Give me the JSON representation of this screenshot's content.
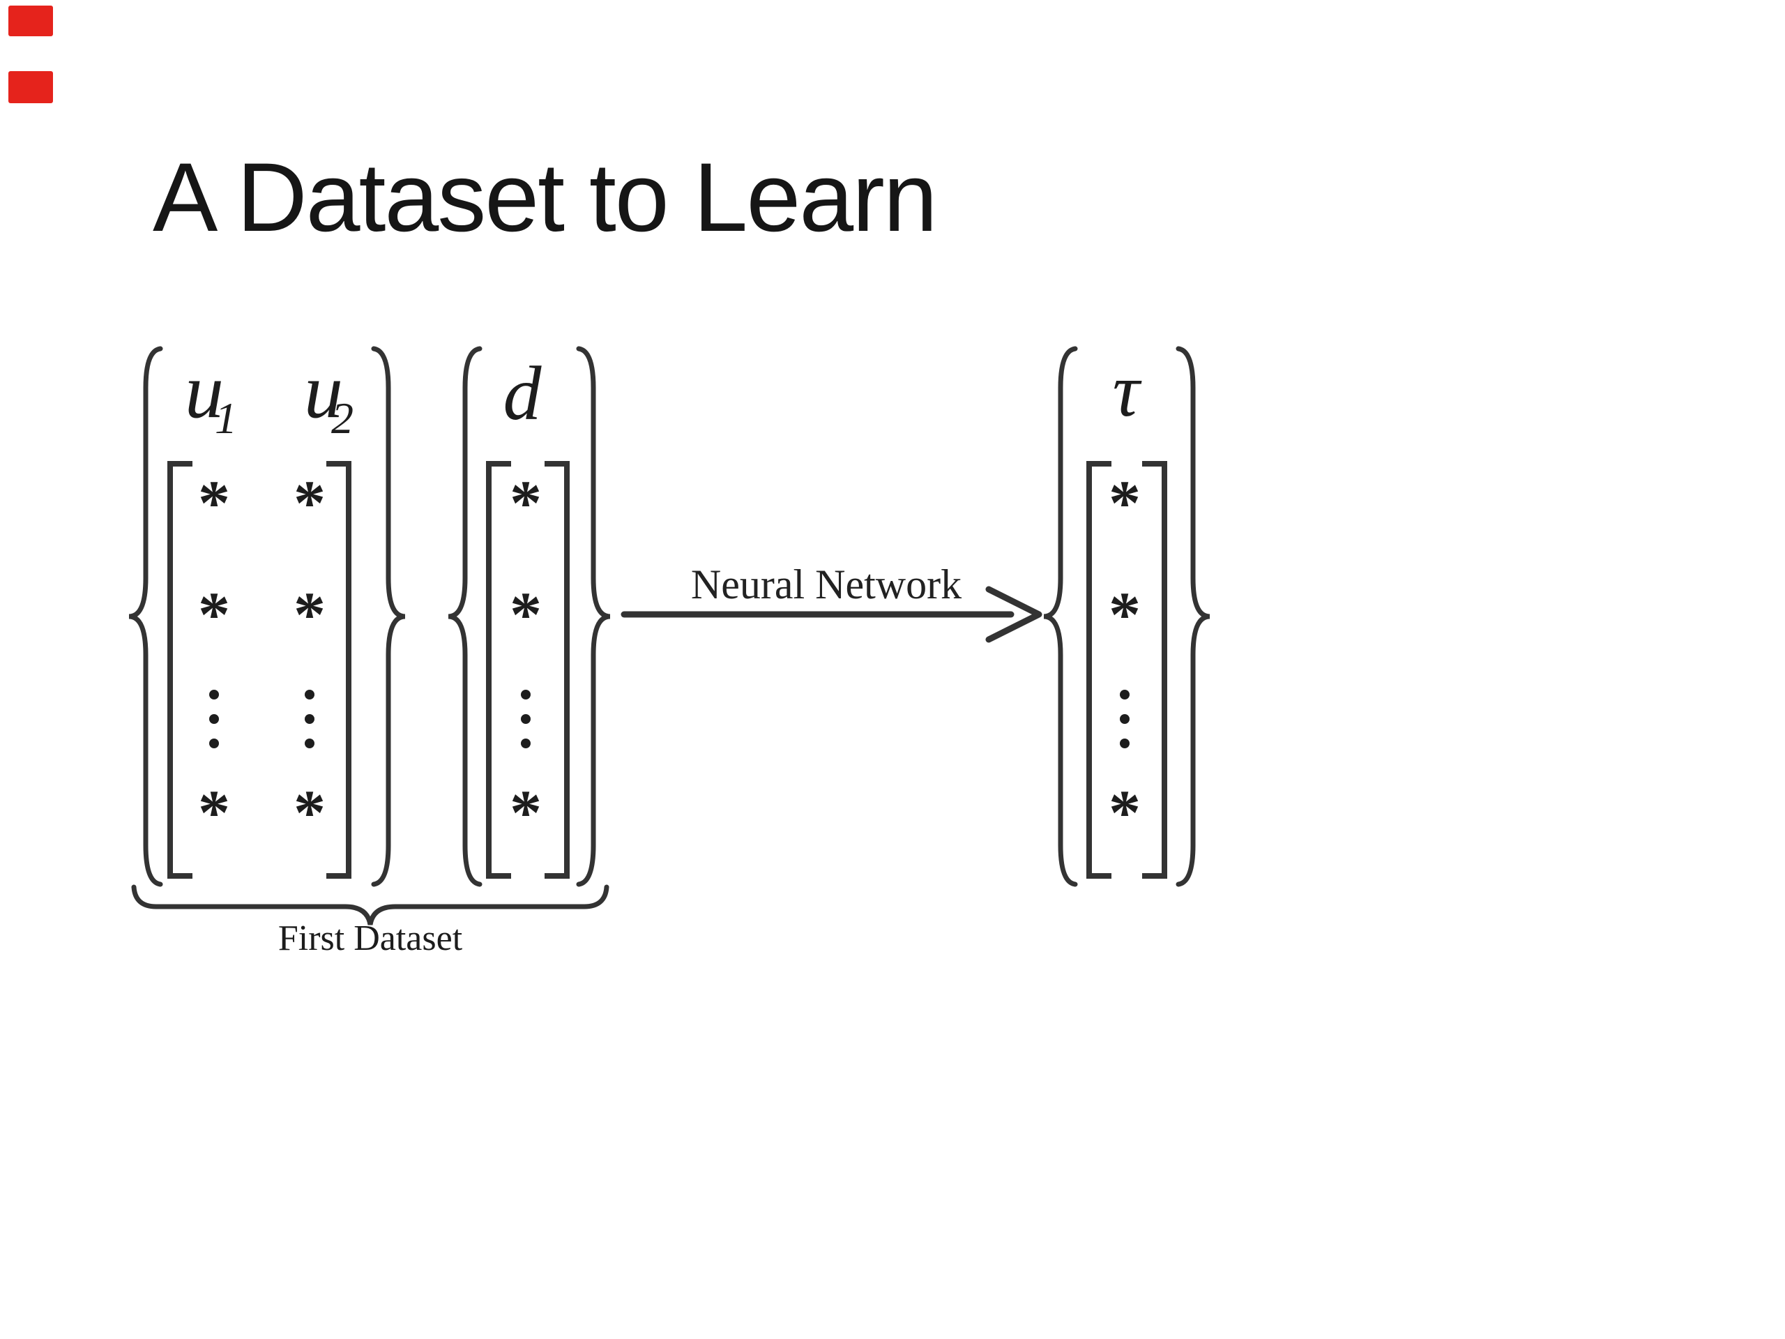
{
  "title": "A Dataset to Learn",
  "math": {
    "u": "u",
    "sub1": "1",
    "sub2": "2",
    "d": "d",
    "tau": "τ",
    "star": "*"
  },
  "labels": {
    "arrow": "Neural Network",
    "underbrace": "First Dataset"
  },
  "colors": {
    "background": "#ffffff",
    "ink": "#333333",
    "text": "#1d1d1d",
    "red": "#e5231c"
  }
}
